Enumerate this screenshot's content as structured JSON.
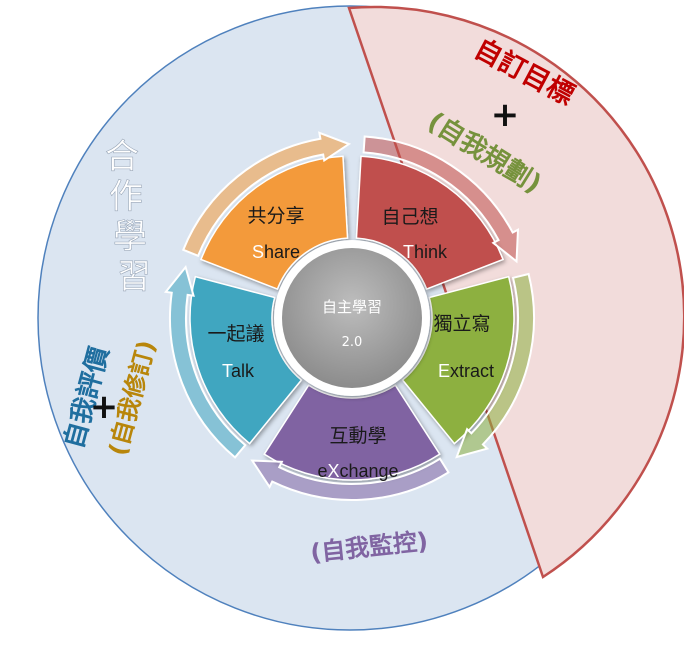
{
  "center": {
    "line1": "自主學習",
    "line2": "2.0"
  },
  "segments": [
    {
      "id": "think",
      "title": "自己想",
      "sub_first": "T",
      "sub_rest": "hink",
      "color": "#c0504d"
    },
    {
      "id": "extract",
      "title": "獨立寫",
      "sub_first": "E",
      "sub_rest": "xtract",
      "color": "#8db040"
    },
    {
      "id": "exchange",
      "title": "互動學",
      "sub_pre": "e",
      "sub_first": "X",
      "sub_rest": "change",
      "color": "#8064a2"
    },
    {
      "id": "talk",
      "title": "一起議",
      "sub_first": "T",
      "sub_rest": "alk",
      "color": "#3fa6c0"
    },
    {
      "id": "share",
      "title": "共分享",
      "sub_first": "S",
      "sub_rest": "hare",
      "color": "#f39a3a"
    }
  ],
  "outer": {
    "plan_title": "自訂目標",
    "plan_sub": "(自我規劃)",
    "coop": "合作學習",
    "eval_title": "自我評價",
    "eval_sub": "(自我修訂)",
    "monitor": "(自我監控)",
    "plus": "+"
  },
  "colors": {
    "outer_circle": "#dbe5f1",
    "outer_stroke": "#4f81bd",
    "plan_region": "#f2dcdb",
    "plan_stroke": "#c0504d",
    "plan_text": "#c00000",
    "plan_sub_text": "#76923c",
    "coop_text": "#ffffff",
    "eval_title_text": "#1f6e9f",
    "eval_sub_text": "#b8860b",
    "monitor_text": "#8064a2",
    "center_fill": "#a6a6a6"
  }
}
